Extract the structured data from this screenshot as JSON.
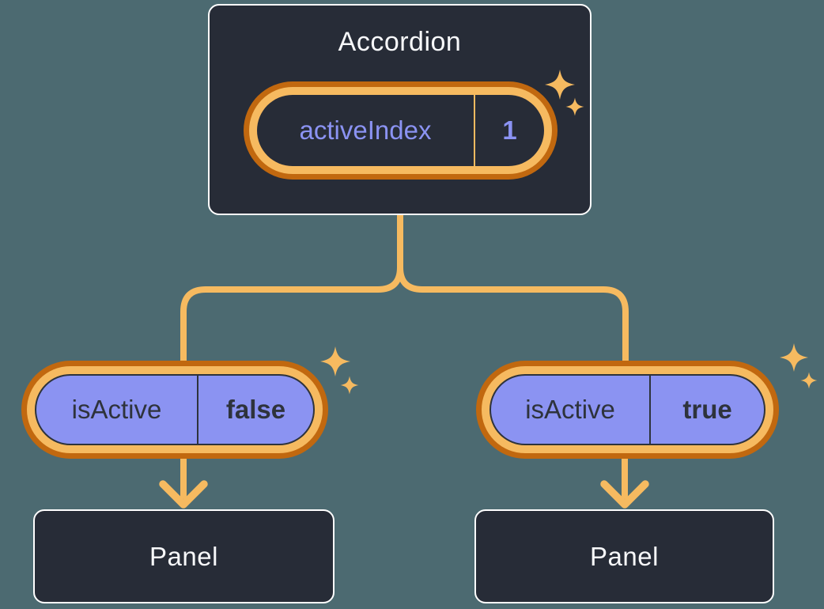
{
  "diagram": {
    "type": "component-tree",
    "nodes": {
      "accordion": {
        "title": "Accordion",
        "state": {
          "label": "activeIndex",
          "value": "1"
        }
      },
      "child_left": {
        "prop_label": "isActive",
        "prop_value": "false",
        "panel_title": "Panel"
      },
      "child_right": {
        "prop_label": "isActive",
        "prop_value": "true",
        "panel_title": "Panel"
      }
    },
    "icons": {
      "sparkles": "four-point-star sparkle cluster (large + small star)"
    },
    "colors": {
      "background": "#4c6a71",
      "node_fill": "#272c37",
      "node_border": "#ffffff",
      "pill_ring_outer": "#c1680f",
      "pill_ring_inner": "#f6ba60",
      "prop_pill_fill": "#8b93f2",
      "state_text_purple": "#8b93f3",
      "dark_text": "#2e333c",
      "light_text": "#f7f8fa",
      "connector": "#f6ba60"
    }
  }
}
